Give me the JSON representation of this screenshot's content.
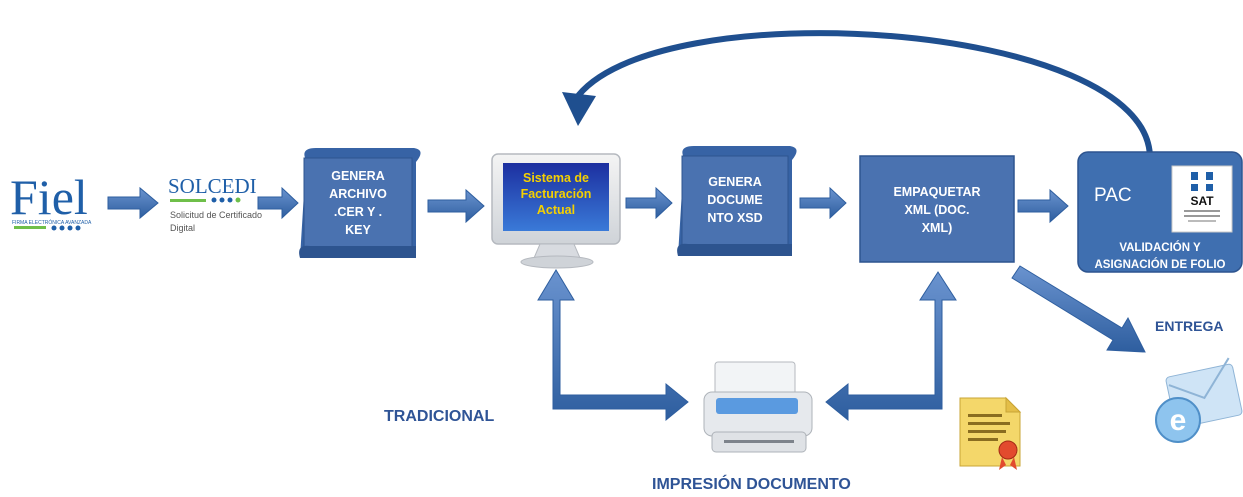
{
  "logos": {
    "fiel": {
      "name": "Fiel",
      "tagline": "FIRMA ELECTRÓNICA AVANZADA"
    },
    "solcedi": {
      "name": "SOLCEDI",
      "tagline_1": "Solicitud de Certificado",
      "tagline_2": "Digital"
    }
  },
  "nodes": {
    "genera_archivo": {
      "line1": "GENERA",
      "line2": "ARCHIVO",
      "line3": ".CER Y .",
      "line4": "KEY"
    },
    "sistema": {
      "line1": "Sistema de",
      "line2": "Facturación",
      "line3": "Actual"
    },
    "genera_documento": {
      "line1": "GENERA",
      "line2": "DOCUME",
      "line3": "NTO  XSD"
    },
    "empaquetar": {
      "line1": "EMPAQUETAR",
      "line2": "XML (DOC.",
      "line3": "XML)"
    },
    "pac": {
      "label": "PAC",
      "sat": "SAT",
      "line1": "VALIDACIÓN Y",
      "line2": "ASIGNACIÓN DE FOLIO"
    }
  },
  "labels": {
    "tradicional": "TRADICIONAL",
    "impresion": "IMPRESIÓN DOCUMENTO",
    "entrega": "ENTREGA"
  },
  "colors": {
    "box_blue": "#4a72b0",
    "box_dark": "#3763a5",
    "arrow_blue": "#3f6fb0",
    "arc_blue": "#1f4f8f",
    "label_blue": "#2f5496",
    "fiel_blue": "#1f5fa8",
    "solcedi_green": "#6fbf4a"
  }
}
